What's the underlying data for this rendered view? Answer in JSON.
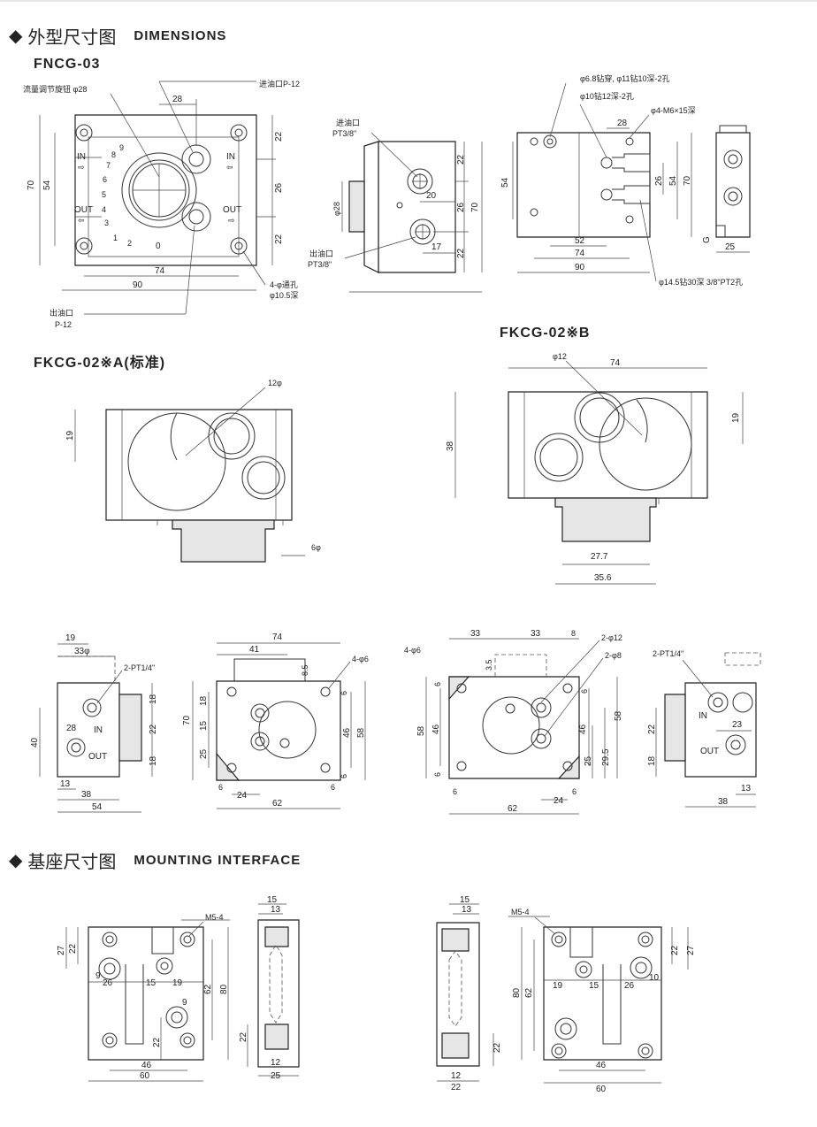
{
  "sections": {
    "outline": {
      "cn": "外型尺寸图",
      "en": "DIMENSIONS"
    },
    "mounting": {
      "cn": "基座尺寸图",
      "en": "MOUNTING INTERFACE"
    }
  },
  "models": {
    "fncg": "FNCG-03",
    "fkcg_b": "FKCG-02※B",
    "fkcg_a": "FKCG-02※A(标准)"
  },
  "fncg_labels": {
    "knob": "流量调节旋钮 φ28",
    "inlet": "进油口P-12",
    "outlet": "出油口",
    "outlet2": "P-12",
    "hole": "4-φ通孔",
    "hole2": "φ10.5深",
    "in": "IN",
    "out": "OUT",
    "side_in": "进油口",
    "side_in2": "PT3/8\"",
    "side_out": "出油口",
    "side_out2": "PT3/8\"",
    "r1": "φ6.8钻穿, φ11钻10深-2孔",
    "r2": "φ10钻12深-2孔",
    "r3": "φ4-M6×15深",
    "r4": "φ14.5钻30深 3/8\"PT2孔",
    "g": "G"
  },
  "fncg_dims": {
    "w28": "28",
    "h70": "70",
    "h54": "54",
    "v22a": "22",
    "v26": "26",
    "v22b": "22",
    "w74": "74",
    "w90": "90",
    "s22a": "22",
    "s20": "20",
    "s26": "26",
    "s22b": "22",
    "s17": "17",
    "s70": "70",
    "s28": "φ28",
    "r28": "28",
    "r54": "54",
    "r26": "26",
    "r54b": "54",
    "r70": "70",
    "r52": "52",
    "r74": "74",
    "r90": "90",
    "r25": "25"
  },
  "fkcg_dims": {
    "a12": "12φ",
    "a19": "19",
    "a6": "6φ",
    "b12": "φ12",
    "b74": "74",
    "b19": "19",
    "b38": "38",
    "b277": "27.7",
    "b356": "35.6"
  },
  "bottom_views": {
    "v1": {
      "w19": "19",
      "w33": "33φ",
      "pt": "2-PT1/4\"",
      "h40": "40",
      "w28": "28",
      "in": "IN",
      "out": "OUT",
      "v18a": "18",
      "v22": "22",
      "v18b": "18",
      "w13": "13",
      "w38": "38",
      "w54": "54"
    },
    "v2": {
      "w74": "74",
      "w41": "41",
      "h85": "8.5",
      "hole": "4-φ6",
      "h70": "70",
      "v18": "18",
      "v15": "15",
      "v25": "25",
      "v6a": "6",
      "v46": "46",
      "v58": "58",
      "v6b": "6",
      "w6a": "6",
      "w24": "24",
      "w6b": "6",
      "w62": "62"
    },
    "v3": {
      "hole": "4-φ6",
      "w33a": "33",
      "w33b": "33",
      "w8": "8",
      "h35": "3.5",
      "p12": "2-φ12",
      "p8": "2-φ8",
      "v6a": "6",
      "v58": "58",
      "v46": "46",
      "v6b": "6",
      "r6": "6",
      "r46": "46",
      "r58": "58",
      "r25": "25",
      "r295": "29.5",
      "w6a": "6",
      "w24": "24",
      "w6b": "6",
      "w62": "62"
    },
    "v4": {
      "pt": "2-PT1/4\"",
      "in": "IN",
      "out": "OUT",
      "v22": "22",
      "v18": "18",
      "w23": "23",
      "w13": "13",
      "w38": "38"
    }
  },
  "mounting_dims": {
    "left": {
      "m5": "M5-4",
      "h27": "27",
      "h22": "22",
      "w9a": "9",
      "w26": "26",
      "w15": "15",
      "w19": "19",
      "w9b": "9",
      "h62": "62",
      "h80": "80",
      "h22b": "22",
      "w46": "46",
      "w60": "60"
    },
    "left_side": {
      "w15": "15",
      "w13": "13",
      "h22": "22",
      "w12": "12",
      "w25": "25"
    },
    "right_side": {
      "w15": "15",
      "w13": "13",
      "h22": "22",
      "w12": "12",
      "w22": "22"
    },
    "right": {
      "m5": "M5-4",
      "h22": "22",
      "h27": "27",
      "h80": "80",
      "h62": "62",
      "w19": "19",
      "w15": "15",
      "w26": "26",
      "w10": "10",
      "w46": "46",
      "w60": "60"
    }
  }
}
